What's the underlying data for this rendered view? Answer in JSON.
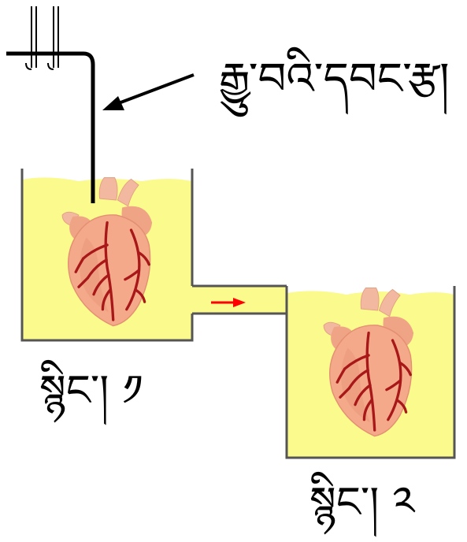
{
  "labels": {
    "electrode": "རྒྱུ་བའི་དབང་རྩ།",
    "heart_1": "སྙིང་། ༡",
    "heart_2": "སྙིང་། ༢"
  },
  "colors": {
    "solution": "#fbfa8c",
    "heart_body": "#f4a98b",
    "heart_dark": "#e48f72",
    "vessels": "#a81818",
    "flow_arrow": "#ff0000",
    "outline": "#555555",
    "wire": "#000000"
  }
}
